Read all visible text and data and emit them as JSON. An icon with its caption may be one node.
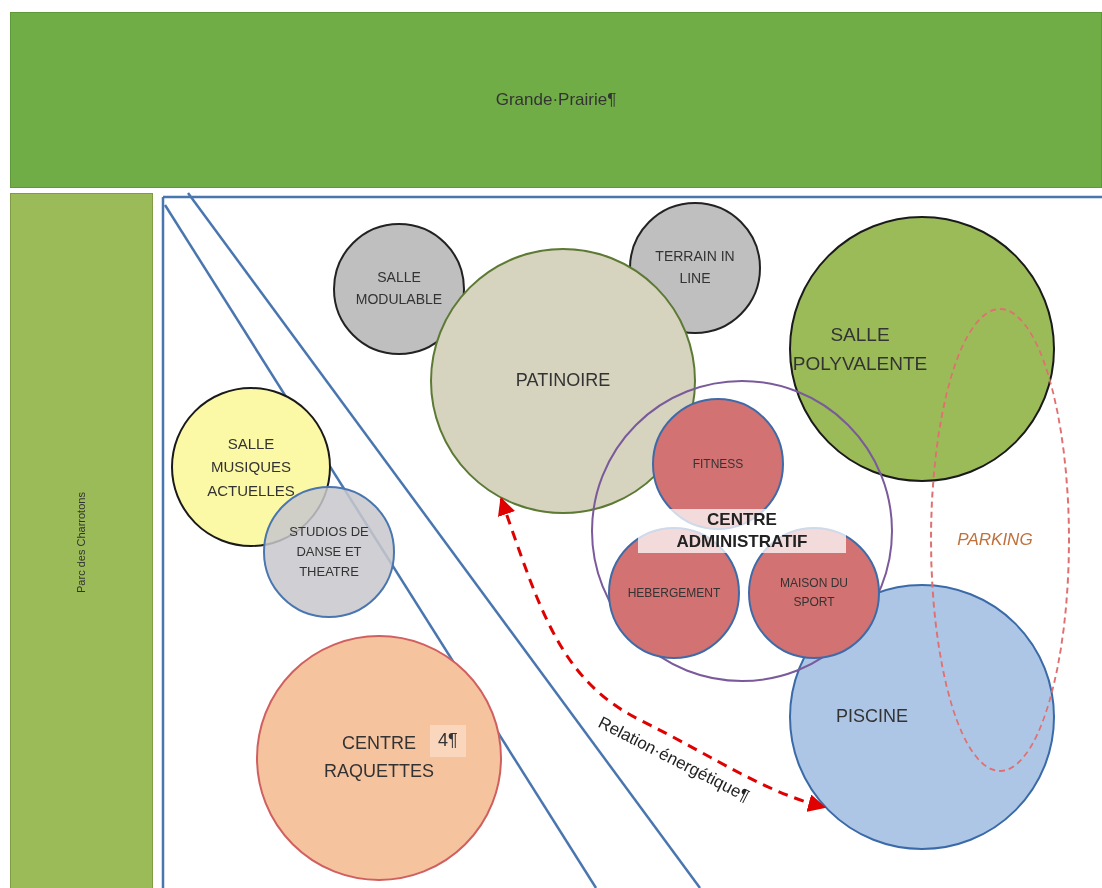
{
  "diagram": {
    "nodes": [
      {
        "text": [
          "Grande·Prairie¶"
        ]
      },
      {
        "text": [
          "Parc des Charrotons"
        ]
      },
      {
        "text": [
          "SALLE MODULABLE"
        ]
      },
      {
        "text": [
          "TERRAIN IN LINE"
        ]
      },
      {
        "text": [
          "PATINOIRE"
        ]
      },
      {
        "text": [
          "SALLE POLYVALENTE"
        ]
      },
      {
        "text": [
          "SALLE MUSIQUES ACTUELLES"
        ]
      },
      {
        "text": [
          "CENTRE ADMINISTRATIF"
        ]
      },
      {
        "text": [
          "FITNESS"
        ],
        "in": 7
      },
      {
        "text": [
          "HEBERGEMENT"
        ],
        "in": 7
      },
      {
        "text": [
          "MAISON DU SPORT"
        ],
        "in": 7
      },
      {
        "text": [
          "STUDIOS DE DANSE ET THEATRE"
        ]
      },
      {
        "text": [
          "PARKING"
        ]
      },
      {
        "text": [
          "CENTRE RAQUETTES",
          "4¶"
        ]
      },
      {
        "text": [
          "PISCINE"
        ]
      }
    ],
    "edges": [
      {
        "from": 4,
        "to": 14,
        "arrow": "both",
        "style": "dashed",
        "color": "#e00000",
        "label": "Relation·énergétique¶"
      }
    ]
  }
}
